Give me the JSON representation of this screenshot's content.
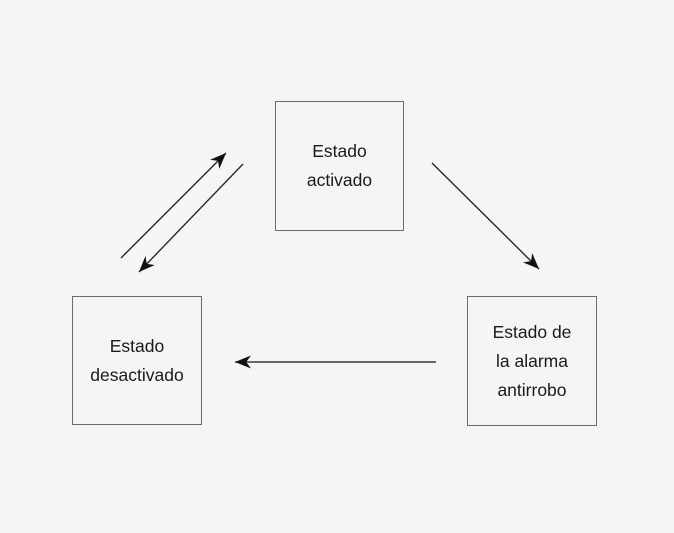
{
  "diagram": {
    "title": "state-diagram-alarma-antirrobo",
    "language": "es",
    "colors": {
      "background": "#f4f5f5",
      "node_border": "#6b6b6b",
      "node_fill": "#f4f5f5",
      "arrow": "#262626",
      "text": "#1a1a1a"
    },
    "nodes": [
      {
        "id": "estado-activado",
        "label": "Estado activado",
        "label_lines": [
          "Estado",
          "activado"
        ]
      },
      {
        "id": "estado-desactivado",
        "label": "Estado desactivado",
        "label_lines": [
          "Estado",
          "desactivado"
        ]
      },
      {
        "id": "estado-alarma",
        "label": "Estado de la alarma antirrobo",
        "label_lines": [
          "Estado de",
          "la alarma",
          "antirrobo"
        ]
      }
    ],
    "edges": [
      {
        "from": "estado-desactivado",
        "to": "estado-activado",
        "direction": "up-right"
      },
      {
        "from": "estado-activado",
        "to": "estado-desactivado",
        "direction": "down-left"
      },
      {
        "from": "estado-activado",
        "to": "estado-alarma",
        "direction": "down-right"
      },
      {
        "from": "estado-alarma",
        "to": "estado-desactivado",
        "direction": "left"
      }
    ]
  }
}
